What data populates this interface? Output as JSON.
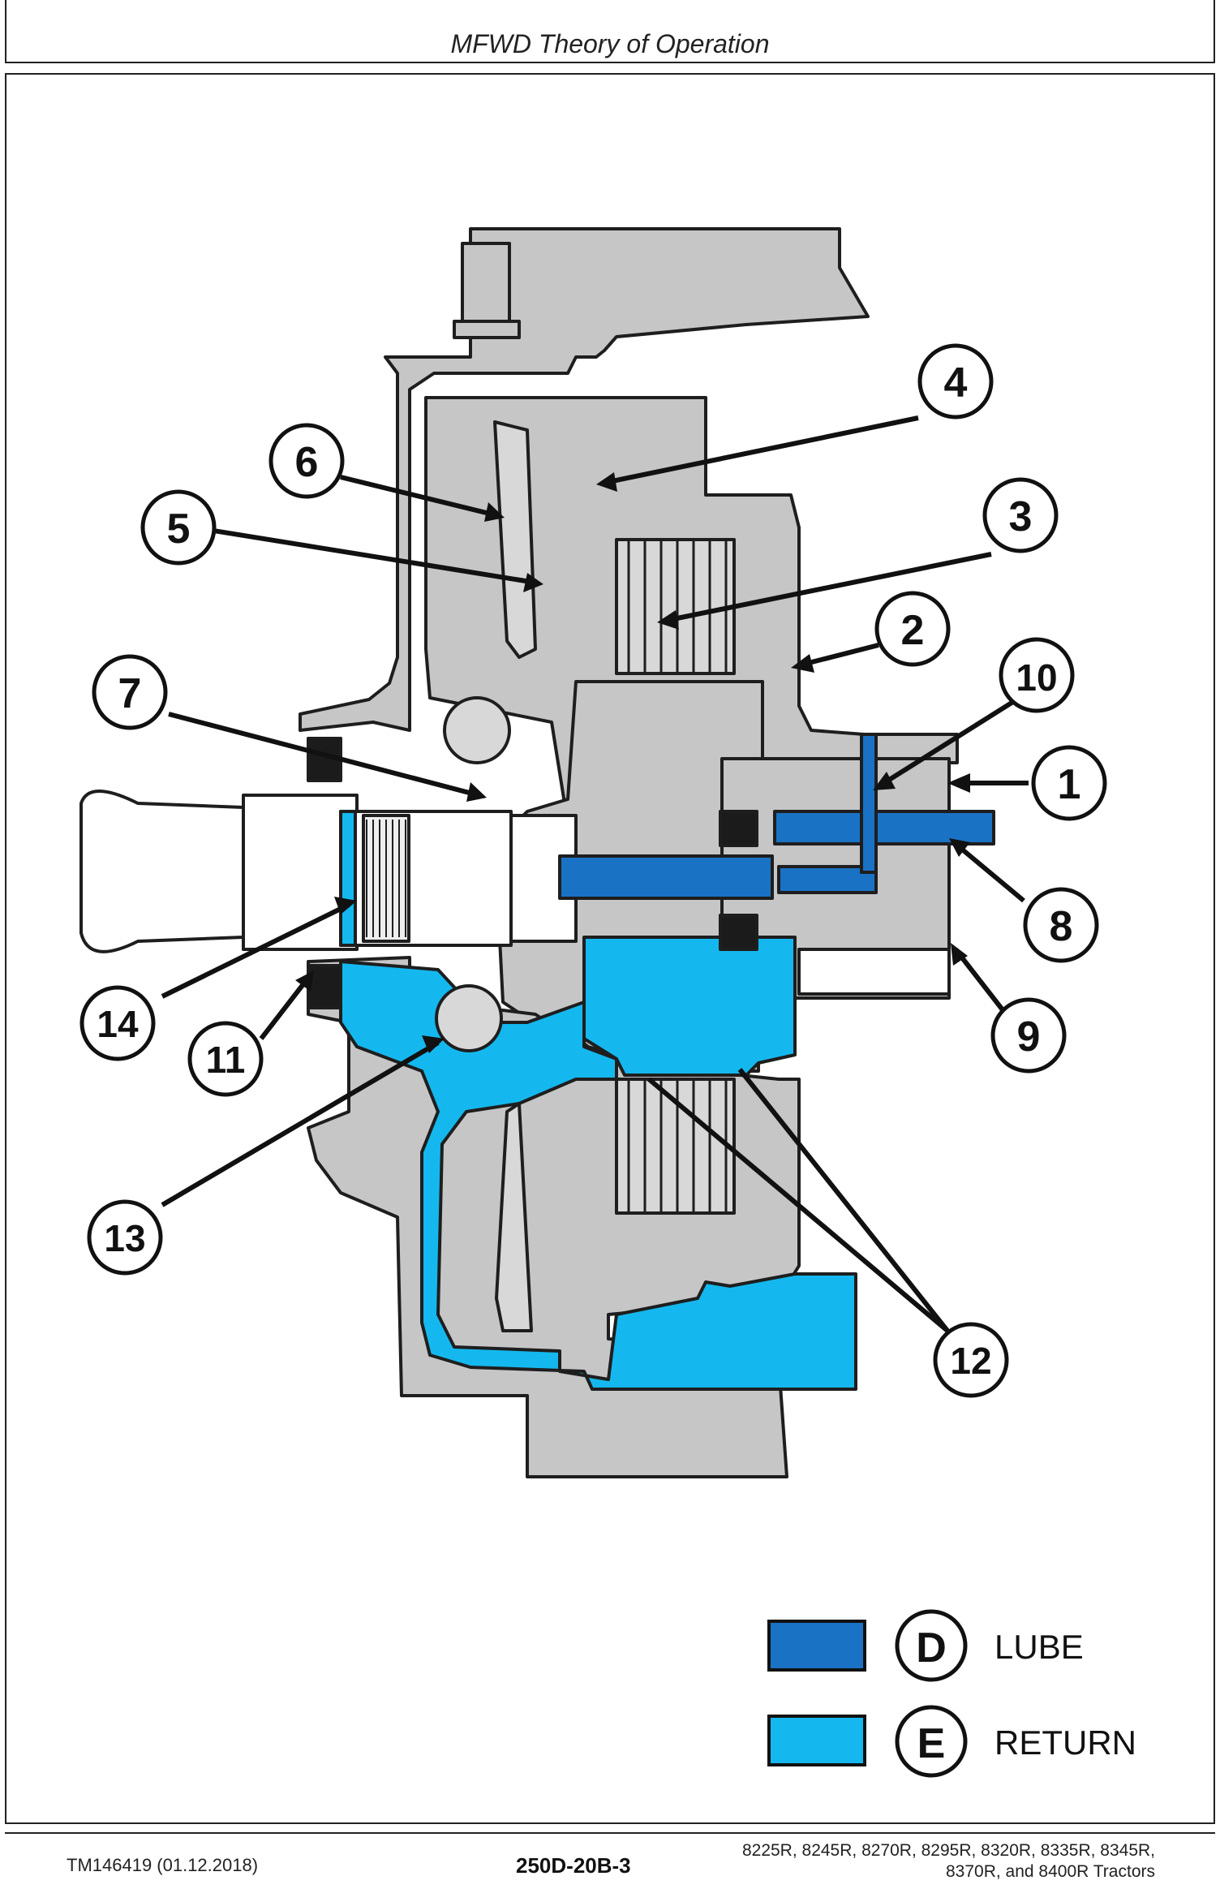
{
  "header": {
    "title": "MFWD Theory of Operation"
  },
  "callouts": [
    "1",
    "2",
    "3",
    "4",
    "5",
    "6",
    "7",
    "8",
    "9",
    "10",
    "11",
    "12",
    "13",
    "14"
  ],
  "legend": {
    "items": [
      {
        "letter": "D",
        "label": "LUBE",
        "color": "#1a72c4"
      },
      {
        "letter": "E",
        "label": "RETURN",
        "color": "#14b8ee"
      }
    ]
  },
  "colors": {
    "housing": "#c6c6c6",
    "outline": "#1e1e1e",
    "lube": "#1a72c4",
    "return": "#14b8ee",
    "seal": "#1b1b1b"
  },
  "footer": {
    "doc_id": "TM146419 (01.12.2018)",
    "page_code": "250D-20B-3",
    "models_line1": "8225R, 8245R, 8270R, 8295R, 8320R, 8335R, 8345R,",
    "models_line2": "8370R, and 8400R Tractors"
  }
}
